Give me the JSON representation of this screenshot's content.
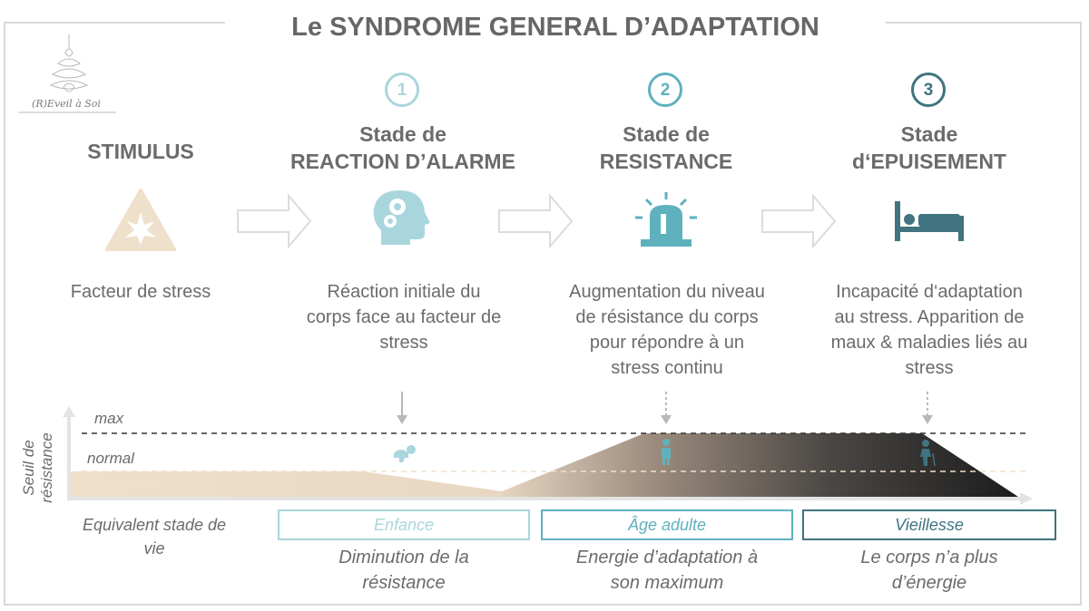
{
  "title": "Le SYNDROME GENERAL D’ADAPTATION",
  "logo": {
    "text": "(R)Eveil à Soi",
    "icon": "lotus-swirl-logo"
  },
  "stimulus": {
    "heading": "STIMULUS",
    "icon": "warning-triangle-icon",
    "description": "Facteur de stress"
  },
  "stages": [
    {
      "number": "1",
      "heading_line1": "Stade de",
      "heading_line2": "REACTION D’ALARME",
      "icon": "head-gears-icon",
      "desc_lines": [
        "Réaction initiale du",
        "corps face au facteur de",
        "stress"
      ],
      "life_stage": "Enfance",
      "life_desc": [
        "Diminution de la",
        "résistance"
      ],
      "person_icon": "crawling-baby-icon",
      "color": "#a9d6dc"
    },
    {
      "number": "2",
      "heading_line1": "Stade de",
      "heading_line2": "RESISTANCE",
      "icon": "siren-alarm-icon",
      "desc_lines": [
        "Augmentation du niveau",
        "de résistance du corps",
        "pour répondre à un",
        "stress continu"
      ],
      "life_stage": "Âge adulte",
      "life_desc": [
        "Energie d’adaptation à",
        "son maximum"
      ],
      "person_icon": "adult-person-icon",
      "color": "#5fb1bd"
    },
    {
      "number": "3",
      "heading_line1": "Stade",
      "heading_line2": "d‘EPUISEMENT",
      "icon": "bed-sick-person-icon",
      "desc_lines": [
        "Incapacité d‘adaptation",
        "au stress. Apparition de",
        "maux & maladies liés au",
        "stress"
      ],
      "life_stage": "Vieillesse",
      "life_desc": [
        "Le corps n’a plus",
        "d’énergie"
      ],
      "person_icon": "elderly-person-cane-icon",
      "color": "#3f7480"
    }
  ],
  "graph": {
    "y_axis_label_line1": "Seuil de",
    "y_axis_label_line2": "résistance",
    "max_label": "max",
    "normal_label": "normal",
    "x_axis_label_line1": "Equivalent stade de",
    "x_axis_label_line2": "vie"
  },
  "colors": {
    "sand": "#efe0cc",
    "dark": "#1c1c1c",
    "arrow_outline": "#dcdcdc",
    "text": "#6b6b6b"
  }
}
